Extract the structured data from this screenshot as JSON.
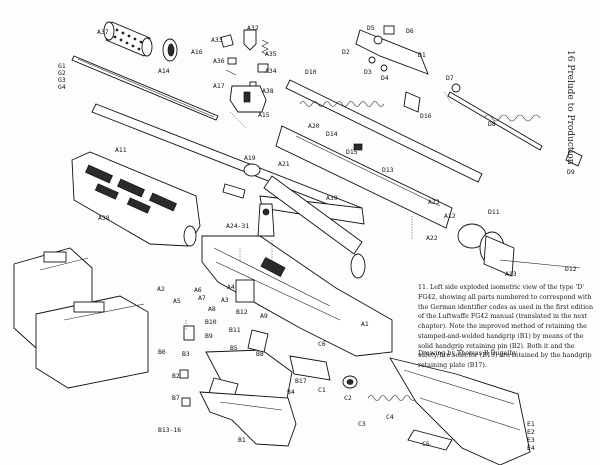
{
  "header": {
    "page_title": "16 Prelude to Production"
  },
  "caption": {
    "text": "11.  Left side exploded isometric view of the type 'D' FG42, showing all parts numbered to correspond with the German identifier codes as used in the first edition of the Luftwaffe FG42 manual (translated in the next chapter). Note the improved method of retaining the stamped-and-welded handgrip (B1) by means of the solid handgrip retaining pin (B2). Both it and the safety/fire selector (B13) are retained by the handgrip retaining plate (B17).",
    "credit": "Drawing by Thomas B Dugelby"
  },
  "part_labels": [
    "A37",
    "A33",
    "A32",
    "A35",
    "A36",
    "A34",
    "A16",
    "A14",
    "A17",
    "A38",
    "A15",
    "G1",
    "G2",
    "G3",
    "G4",
    "A11",
    "D5",
    "D6",
    "D1",
    "D2",
    "D3",
    "D4",
    "D7",
    "D10",
    "D16",
    "D8",
    "D9",
    "A20",
    "D14",
    "D15",
    "D13",
    "D11",
    "A19",
    "A21",
    "A39",
    "A24-31",
    "A23",
    "A12",
    "A22",
    "A13",
    "D12",
    "A38",
    "A2",
    "A5",
    "A6",
    "A7",
    "A4",
    "A3",
    "A8",
    "B12",
    "A9",
    "B10",
    "A1",
    "B11",
    "B9",
    "B6",
    "B3",
    "B5",
    "C6",
    "B8",
    "B2",
    "B17",
    "B4",
    "C1",
    "C2",
    "B7",
    "C3",
    "C4",
    "C5",
    "B13-16",
    "B1",
    "E1",
    "E2",
    "E3",
    "E4"
  ]
}
